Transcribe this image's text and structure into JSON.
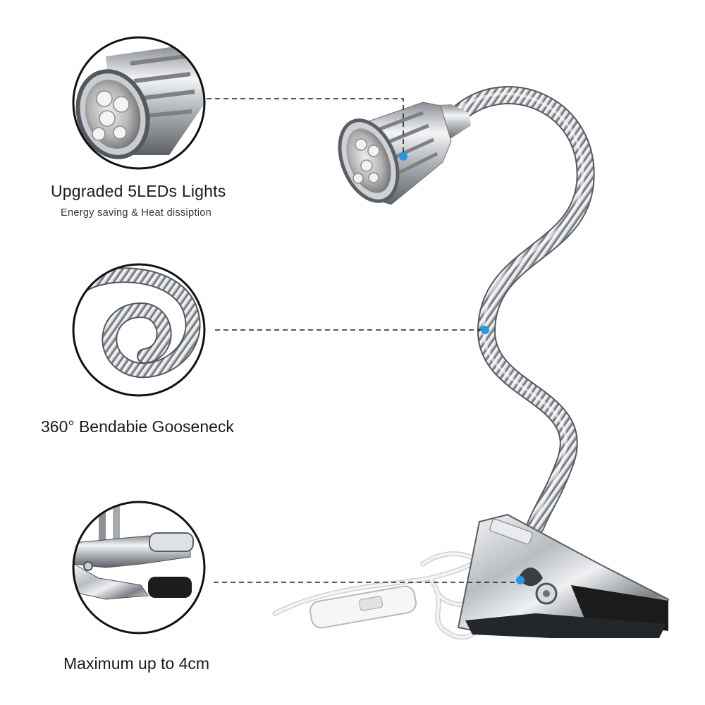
{
  "features": [
    {
      "title": "Upgraded 5LEDs Lights",
      "subtitle": "Energy saving & Heat dissiption"
    },
    {
      "title": "360° Bendabie Gooseneck"
    },
    {
      "title": "Maximum up to 4cm"
    }
  ],
  "colors": {
    "callout_dot": "#1e9be8",
    "leader_line": "#222222",
    "metal_light": "#eef0f2",
    "metal_dark": "#6e7276",
    "clip_black": "#1b1b1b",
    "cable": "#f2f2f2"
  },
  "icons": [
    "led-lamp-head",
    "gooseneck-coil",
    "spring-clip",
    "inline-switch"
  ]
}
